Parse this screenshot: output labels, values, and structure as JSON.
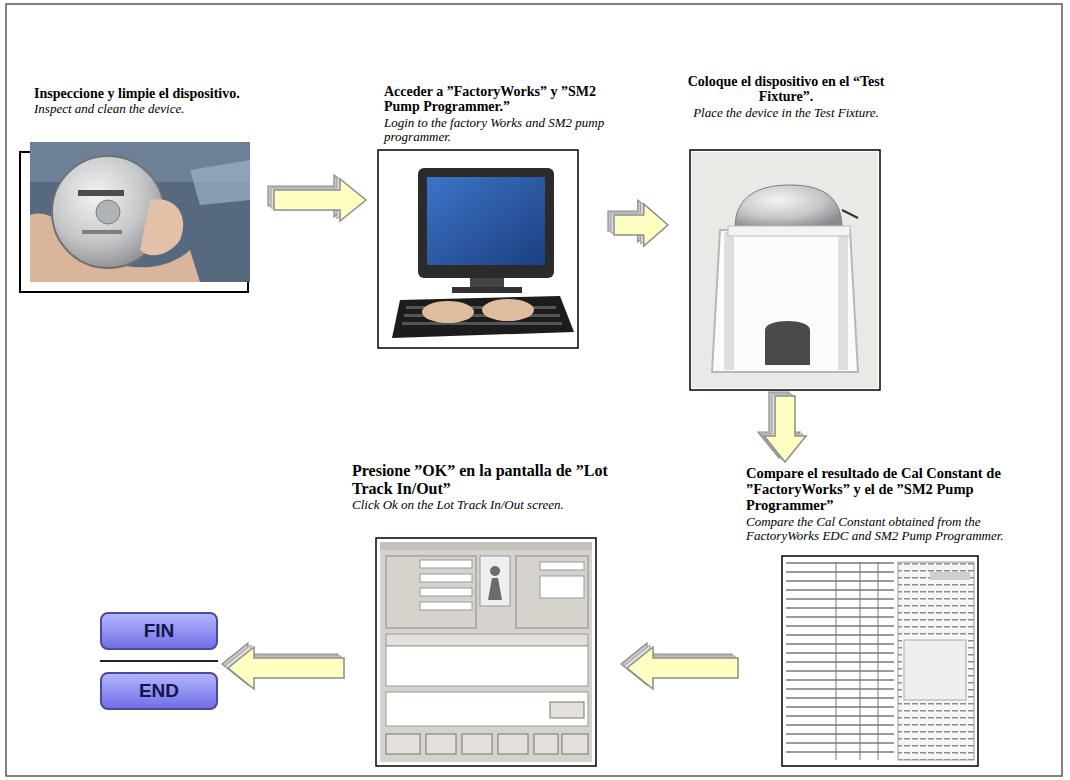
{
  "diagram": {
    "nodes": [
      {
        "text": [
          "Inspeccione y limpie el dispositivo.",
          "Inspect and clean the device."
        ]
      },
      {
        "text": [
          "Acceder a ”FactoryWorks” y ”SM2 Pump Programmer.”",
          "Login to the factory Works and SM2 pump programmer."
        ]
      },
      {
        "text": [
          "Coloque el dispositivo en el “Test Fixture”.",
          "Place the device in the Test Fixture."
        ]
      },
      {
        "text": [
          "Compare el resultado de Cal Constant de ”FactoryWorks” y el de ”SM2 Pump Programmer”",
          "Compare the Cal Constant obtained from the FactoryWorks EDC and SM2 Pump Programmer."
        ]
      },
      {
        "text": [
          "Presione ”OK” en la pantalla de ”Lot Track In/Out”",
          "Click Ok on the Lot Track In/Out screen."
        ]
      },
      {
        "text": [
          "FIN",
          "END"
        ]
      }
    ],
    "edges": [
      {
        "from": 0,
        "to": 1,
        "arrow": "to"
      },
      {
        "from": 1,
        "to": 2,
        "arrow": "to"
      },
      {
        "from": 2,
        "to": 3,
        "arrow": "to"
      },
      {
        "from": 3,
        "to": 4,
        "arrow": "to"
      },
      {
        "from": 4,
        "to": 5,
        "arrow": "to"
      }
    ]
  }
}
